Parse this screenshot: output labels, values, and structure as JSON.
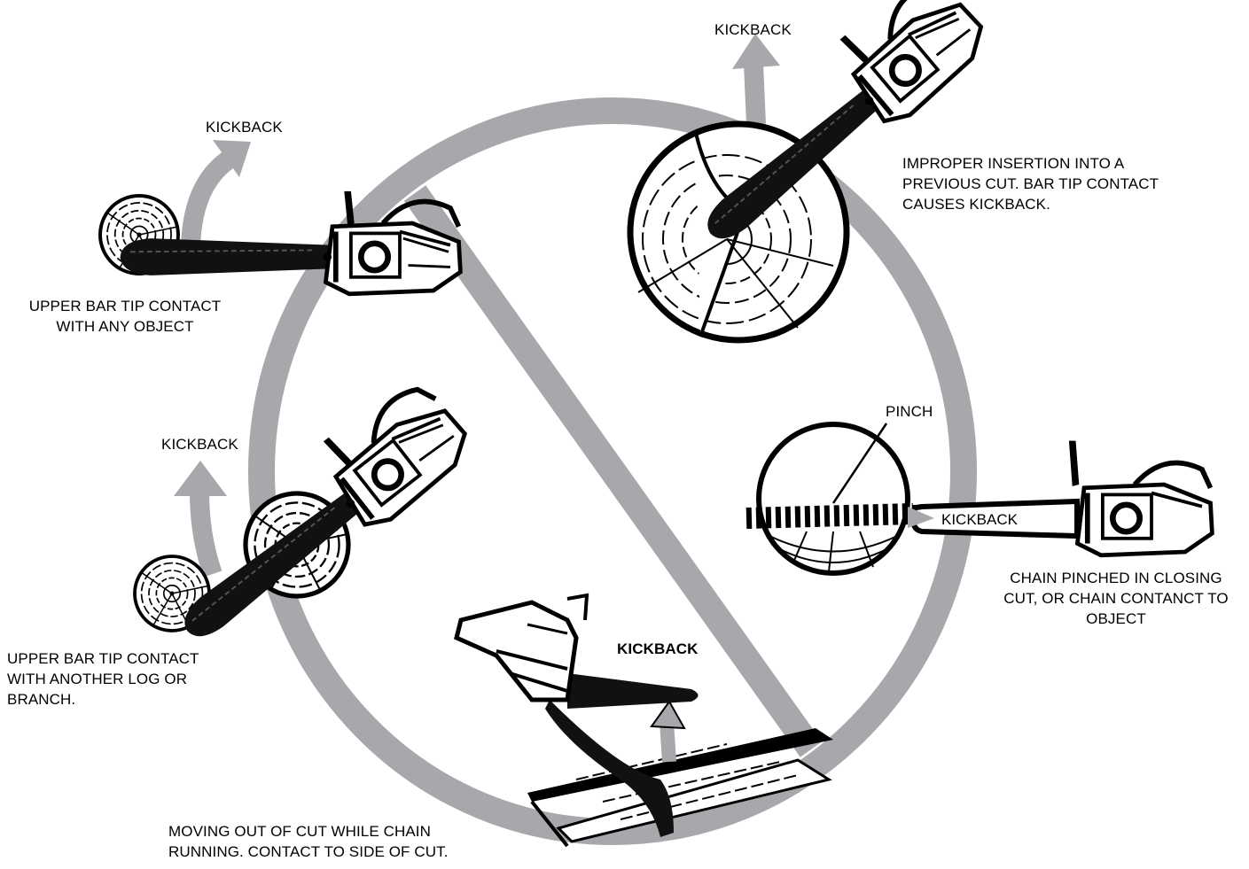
{
  "colors": {
    "prohibition_symbol": "#a6a8ab",
    "ink": "#000000",
    "background": "#ffffff"
  },
  "labels": {
    "kickback_top": "KICKBACK",
    "kickback_upper_left": "KICKBACK",
    "kickback_mid_left": "KICKBACK",
    "kickback_bar": "KICKBACK",
    "kickback_bottom": "KICKBACK",
    "pinch": "PINCH",
    "improper_insertion": "IMPROPER INSERTION INTO A\nPREVIOUS CUT.  BAR TIP CONTACT\nCAUSES KICKBACK.",
    "upper_bar_tip_any": "UPPER BAR TIP CONTACT\nWITH ANY OBJECT",
    "upper_bar_tip_log": "UPPER BAR TIP CONTACT\nWITH ANOTHER LOG OR\nBRANCH.",
    "chain_pinched": "CHAIN PINCHED IN CLOSING\nCUT, OR CHAIN CONTANCT TO\nOBJECT",
    "moving_out": "MOVING OUT OF CUT WHILE CHAIN\nRUNNING. CONTACT TO SIDE OF CUT."
  },
  "icons": [
    "prohibition-sign-icon",
    "chainsaw-icon",
    "log-cross-section-icon",
    "kickback-arrow-icon"
  ]
}
